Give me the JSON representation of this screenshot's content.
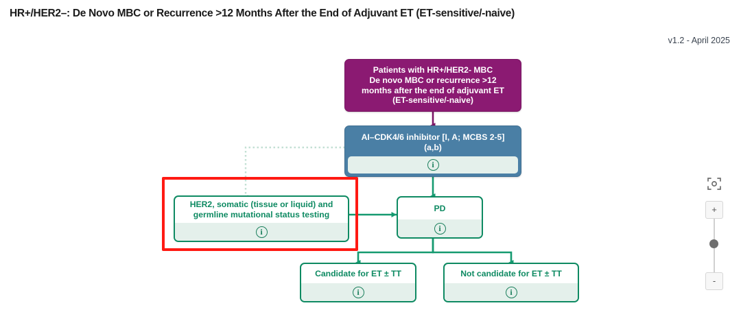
{
  "header": {
    "title": "HR+/HER2–: De Novo MBC or Recurrence >12 Months After the End of Adjuvant ET (ET-sensitive/-naive)",
    "version": "v1.2 - April 2025"
  },
  "diagram": {
    "type": "flowchart",
    "nodes": [
      {
        "id": "patients",
        "style": "purple",
        "title": "Patients with HR+/HER2- MBC\nDe novo MBC or recurrence >12\nmonths after the end of adjuvant ET\n(ET-sensitive/-naive)",
        "has_info": false,
        "selected": false
      },
      {
        "id": "ai-cdk46",
        "style": "blue",
        "title": "AI–CDK4/6 inhibitor [I, A; MCBS 2-5]\n(a,b)",
        "has_info": true,
        "selected": false
      },
      {
        "id": "her2-testing",
        "style": "green",
        "title": "HER2, somatic (tissue or liquid) and\ngermline mutational status testing",
        "has_info": true,
        "selected": true
      },
      {
        "id": "pd",
        "style": "green",
        "title": "PD",
        "has_info": true,
        "selected": false
      },
      {
        "id": "candidate-et-tt",
        "style": "green",
        "title": "Candidate for ET ± TT",
        "has_info": true,
        "selected": false
      },
      {
        "id": "not-candidate-et-tt",
        "style": "green",
        "title": "Not candidate for ET ± TT",
        "has_info": true,
        "selected": false
      }
    ],
    "edges": [
      {
        "from": "patients",
        "to": "ai-cdk46",
        "style": "solid",
        "color": "#7b1566"
      },
      {
        "from": "ai-cdk46",
        "to": "her2-testing",
        "style": "dotted",
        "color": "#bcdcd0"
      },
      {
        "from": "ai-cdk46",
        "to": "pd",
        "style": "solid",
        "color": "#159a70"
      },
      {
        "from": "her2-testing",
        "to": "pd",
        "style": "solid",
        "color": "#159a70"
      },
      {
        "from": "pd",
        "to": "candidate-et-tt",
        "style": "solid",
        "color": "#159a70"
      },
      {
        "from": "pd",
        "to": "not-candidate-et-tt",
        "style": "solid",
        "color": "#159a70"
      }
    ],
    "info_icon_glyph": "i",
    "colors": {
      "purple": "#8b1a72",
      "blue": "#4a7fa5",
      "green": "#0e8a62",
      "info_bar": "#e4f0eb",
      "selection": "#ff1a13"
    }
  },
  "zoom_controls": {
    "fit_label": "",
    "zoom_in_label": "+",
    "zoom_out_label": "-"
  }
}
